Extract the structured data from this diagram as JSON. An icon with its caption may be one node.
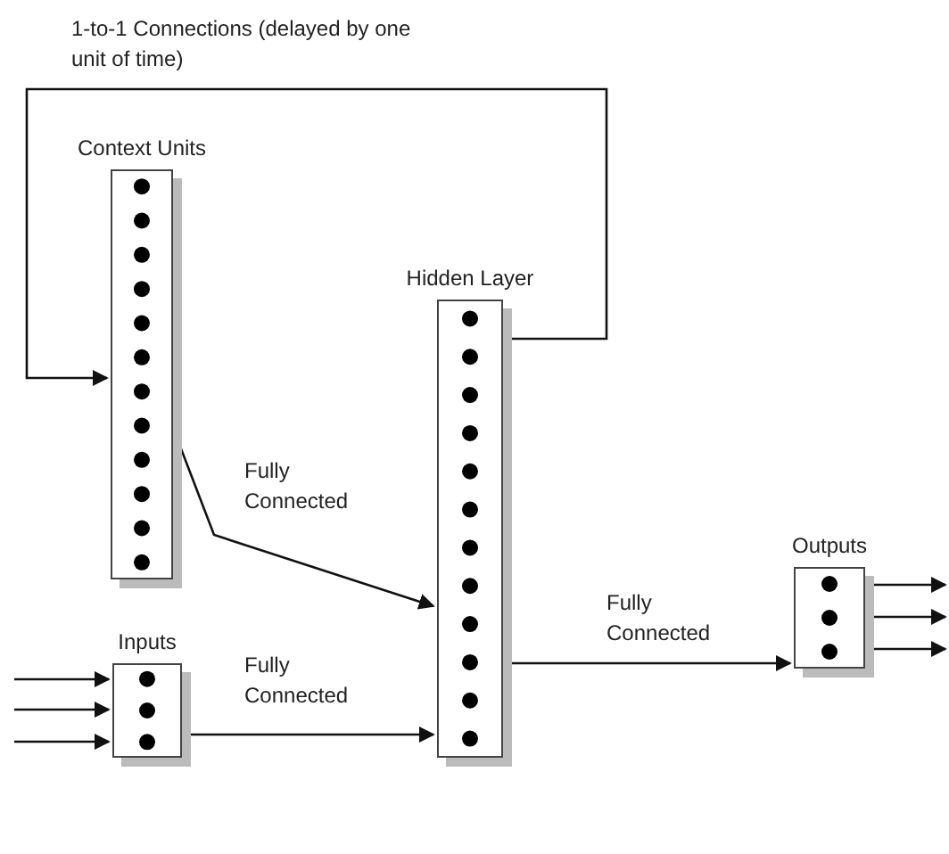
{
  "diagram": {
    "nodes": [
      {
        "text": [
          "Context Units"
        ]
      },
      {
        "text": [
          "Hidden Layer"
        ]
      },
      {
        "text": [
          "Outputs"
        ]
      },
      {
        "text": [
          "Inputs"
        ]
      }
    ],
    "edges": [
      {
        "from": 1,
        "to": 0,
        "arrow": "to",
        "label": "1-to-1 Connections (delayed by one unit of time)"
      },
      {
        "from": 0,
        "to": 1,
        "arrow": "to",
        "label": "Fully Connected"
      },
      {
        "from": 3,
        "to": 1,
        "arrow": "to",
        "label": "Fully Connected"
      },
      {
        "from": 1,
        "to": 2,
        "arrow": "to",
        "label": "Fully Connected"
      },
      {
        "from": null,
        "to": 3,
        "arrow": "to"
      },
      {
        "from": null,
        "to": 3,
        "arrow": "to"
      },
      {
        "from": null,
        "to": 3,
        "arrow": "to"
      },
      {
        "from": 2,
        "to": null,
        "arrow": "to"
      },
      {
        "from": 2,
        "to": null,
        "arrow": "to"
      },
      {
        "from": 2,
        "to": null,
        "arrow": "to"
      }
    ]
  }
}
